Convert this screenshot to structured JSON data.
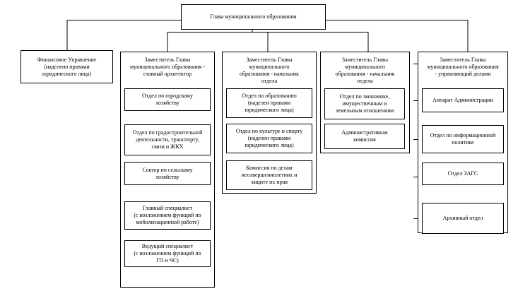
{
  "head": "Глава муниципального образования",
  "finance": "Финансовое Управление\n(наделено правами\nюридического лица)",
  "deputies": [
    "Заместитель Главы\nмуниципального образования -\nглавный архитектор",
    "Заместитель Главы\nмуниципального\nобразования - начальник\nотдела",
    "Заместитель Главы\nмуниципального\nобразования - начальник\nотдела",
    "Заместитель Главы\nмуниципального образования\n- управляющий делами"
  ],
  "col1": [
    "Отдел по городскому\nхозяйству",
    "Отдел по градостроительной\nдеятельности, транспорту,\nсвязи и ЖКХ",
    "Сектор по сельскому\nхозяйству",
    "Главный специалист\n(с возложением функций по\nмобилизационной работе)",
    "Ведущий специалист\n(с возложением функций по\nГО и ЧС)"
  ],
  "col2": [
    "Отдел по образованию\n(наделен правами\nюридического лица)",
    "Отдел по культуре и спорту\n(наделен правами\nюридического лица)",
    "Комиссия по делам\nнесовершеннолетних и\nзащите их прав"
  ],
  "col3": [
    "Отдел по экономике,\nимущественным и\nземельным отношениям",
    "Административная\nкомиссия"
  ],
  "col4": [
    "Аппарат Администрации",
    "Отдел по информационной\nполитике",
    "Отдел ЗАГС",
    "Архивный отдел"
  ]
}
